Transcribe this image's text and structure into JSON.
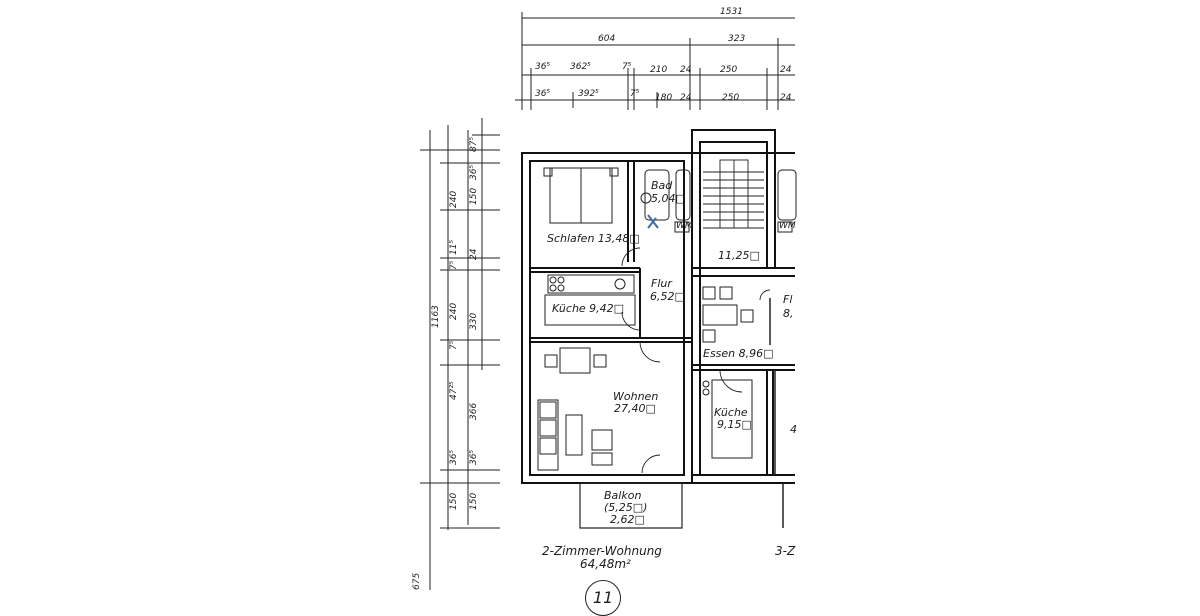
{
  "dimensions": {
    "top": [
      "1531",
      "604",
      "323",
      "36⁵",
      "362⁵",
      "7⁵",
      "210",
      "24",
      "250",
      "24",
      "36⁵",
      "392⁵",
      "7⁵",
      "180",
      "24",
      "250",
      "24"
    ],
    "left": [
      "87⁵",
      "36⁵",
      "240",
      "150",
      "11⁵",
      "24",
      "7⁵",
      "240",
      "330",
      "7⁵",
      "47²⁵",
      "366",
      "36⁵",
      "36⁵",
      "150",
      "150",
      "1163",
      "675"
    ]
  },
  "rooms": {
    "schlafen": "Schlafen 13,48□",
    "bad": "Bad",
    "bad_area": "5,04□",
    "wm1": "WM",
    "wm2": "WM",
    "treppe": "11,25□",
    "kueche1": "Küche  9,42□",
    "flur": "Flur",
    "flur_area": "6,52□",
    "flur2": "Fl",
    "flur2_area": "8,",
    "essen": "Essen 8,96□",
    "wohnen": "Wohnen",
    "wohnen_area": "27,40□",
    "kueche2": "Küche",
    "kueche2_area": "9,15□",
    "right_partial": "4",
    "balkon": "Balkon",
    "balkon_area1": "(5,25□)",
    "balkon_area2": "2,62□"
  },
  "unit": {
    "name": "2-Zimmer-Wohnung",
    "area": "64,48m²",
    "right_partial": "3-Z"
  },
  "sheet": {
    "number": "11"
  }
}
